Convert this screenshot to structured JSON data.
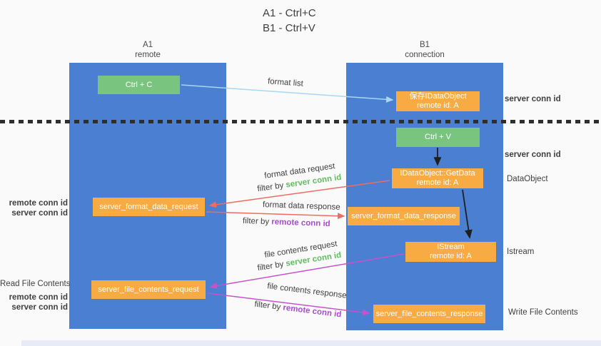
{
  "title": {
    "line1": "A1 - Ctrl+C",
    "line2": "B1 - Ctrl+V"
  },
  "columns": {
    "left": {
      "id": "A1",
      "subtitle": "remote"
    },
    "right": {
      "id": "B1",
      "subtitle": "connection"
    }
  },
  "nodes": {
    "ctrl_c": "Ctrl + C",
    "save_dataobject": {
      "line1": "保存IDataObject",
      "line2": "remote id: A"
    },
    "ctrl_v": "Ctrl + V",
    "getdata": {
      "line1": "IDataObject::GetData",
      "line2": "remote id: A"
    },
    "format_request": "server_format_data_request",
    "format_response": "server_format_data_response",
    "istream": {
      "line1": "IStream",
      "line2": "remote id: A"
    },
    "file_request": "server_file_contents_request",
    "file_response": "server_file_contents_response"
  },
  "labels": {
    "format_list": "format list",
    "format_data_request": "format data request",
    "format_data_response": "format data response",
    "file_contents_request": "file contents request",
    "file_contents_response": "file contents response",
    "filter_by": "filter by ",
    "server_conn_id": "server conn id",
    "remote_conn_id": "remote conn id",
    "read_file_contents": "Read File Contents",
    "write_file_contents": "Write File Contents",
    "dataobject": "DataObject",
    "istream": "Istream"
  },
  "colors": {
    "column_blue": "#4a7fd2",
    "node_green": "#79c57f",
    "node_orange": "#f8ab42",
    "server_conn_green": "#5fbe5f",
    "remote_conn_purple": "#a94ccd",
    "arrow_red": "#f06b60",
    "arrow_magenta": "#c653c9",
    "arrow_lightblue": "#a9d6f2",
    "arrow_black": "#1f1f1f"
  }
}
